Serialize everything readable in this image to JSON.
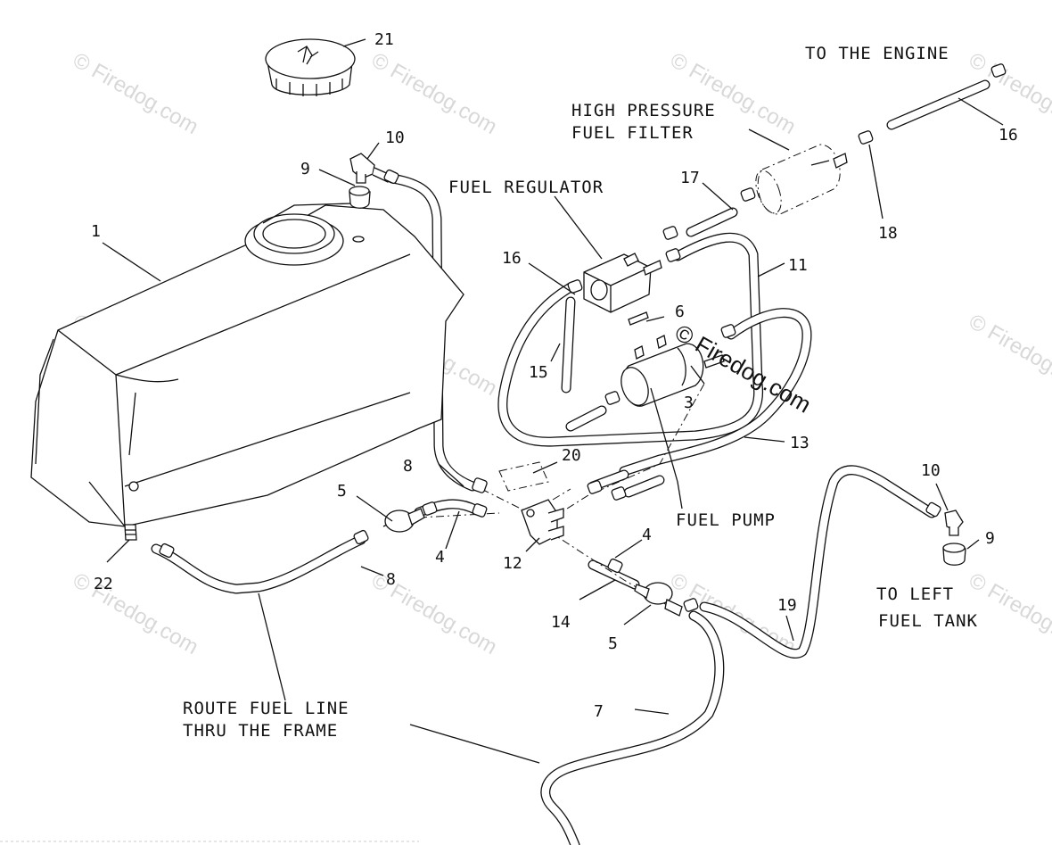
{
  "labels": {
    "to_engine": "TO THE ENGINE",
    "hp_filter_line1": "HIGH PRESSURE",
    "hp_filter_line2": "FUEL FILTER",
    "fuel_regulator": "FUEL REGULATOR",
    "fuel_pump": "FUEL PUMP",
    "to_left_line1": "TO LEFT",
    "to_left_line2": "FUEL TANK",
    "route_line1": "ROUTE FUEL LINE",
    "route_line2": "THRU THE FRAME"
  },
  "callouts": [
    "21",
    "10",
    "9",
    "1",
    "17",
    "16",
    "18",
    "16",
    "11",
    "6",
    "15",
    "3",
    "13",
    "20",
    "8",
    "5",
    "4",
    "12",
    "4",
    "10",
    "9",
    "22",
    "8",
    "14",
    "5",
    "19",
    "7"
  ],
  "watermark": {
    "text": "© Firedog.com",
    "center_text": "© Firedog.com"
  }
}
